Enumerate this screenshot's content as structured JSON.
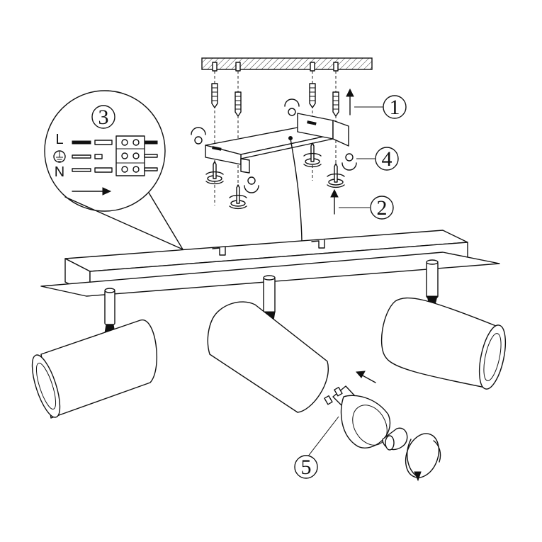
{
  "diagram": {
    "callouts": [
      {
        "id": "step-1",
        "label": "1"
      },
      {
        "id": "step-2",
        "label": "2"
      },
      {
        "id": "step-3",
        "label": "3"
      },
      {
        "id": "step-4",
        "label": "4"
      },
      {
        "id": "step-5",
        "label": "5"
      }
    ],
    "wiring": {
      "live": "L",
      "neutral": "N"
    }
  }
}
